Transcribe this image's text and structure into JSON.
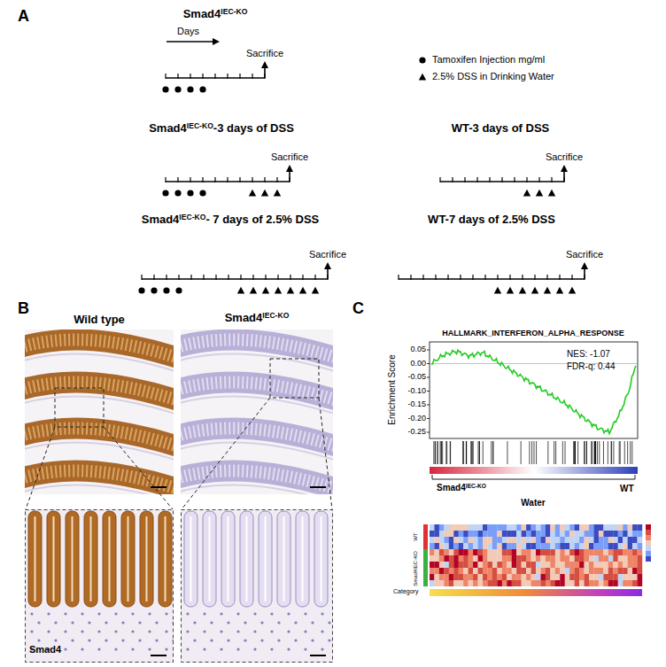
{
  "diagram": {
    "labels": [
      "A",
      "Smad4",
      "IEC-KO",
      "Days",
      "Sacrifice",
      "Smad4",
      "IEC-KO",
      "-3 days of DSS",
      "Sacrifice",
      "WT-3 days of DSS",
      "Sacrifice",
      "Smad4",
      "IEC-KO",
      "- 7 days of 2.5% DSS",
      "Sacrifice",
      "WT-7 days of 2.5% DSS",
      "Sacrifice",
      "B",
      "Wild type",
      "Smad4",
      "IEC-KO",
      "Smad4",
      "C",
      "HALLMARK_INTERFERON_ALPHA_RESPONSE",
      "Enrichment Score",
      "NES: -1.07",
      "FDR-q: 0.44",
      "0.05",
      "0.00",
      "-0.05",
      "-0.10",
      "-0.15",
      "-0.20",
      "-0.25",
      "Smad4",
      "IEC-KO",
      "WT",
      "Water",
      "WT",
      "Smad4IEC-KO",
      "Category"
    ],
    "legend": [
      {
        "text": "Tamoxifen Injection mg/ml"
      },
      {
        "text": "2.5% DSS in Drinking Water"
      }
    ]
  }
}
